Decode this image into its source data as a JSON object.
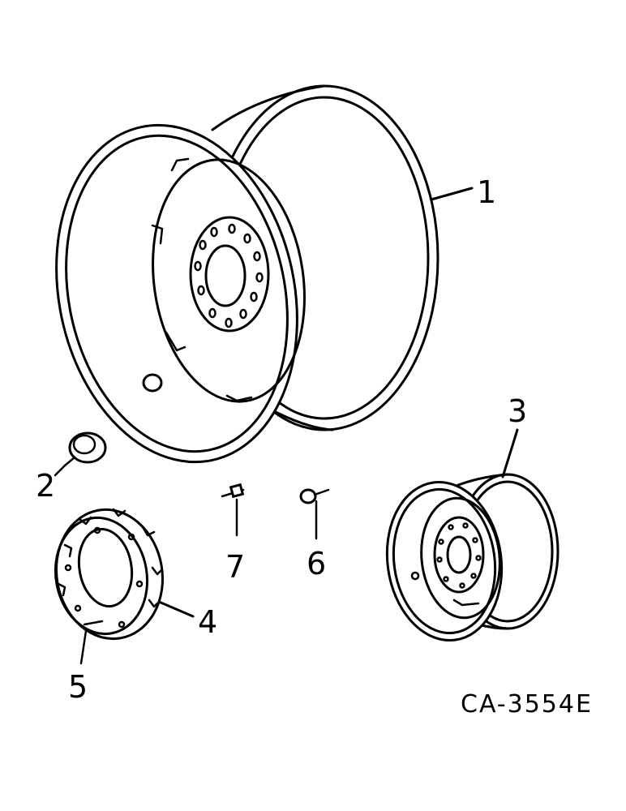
{
  "callouts": {
    "wheel_large": "1",
    "plug": "2",
    "wheel_small": "3",
    "weight": "4",
    "weight_bolt": "5",
    "bolt": "6",
    "stud": "7"
  },
  "drawing_code": "CA-3554E"
}
